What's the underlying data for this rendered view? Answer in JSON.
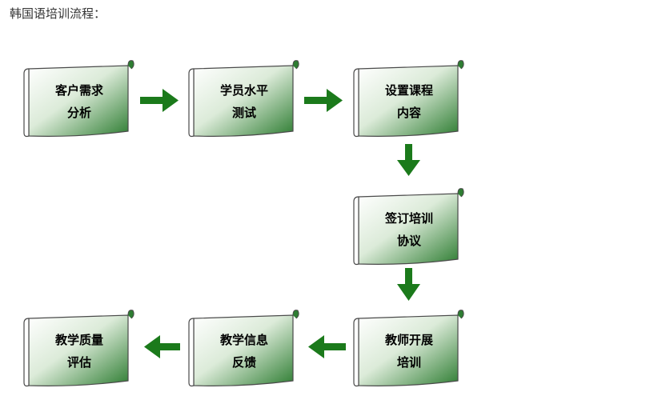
{
  "title": "韩国语培训流程：",
  "colors": {
    "scroll_dark": "#2e7d32",
    "scroll_light": "#ffffff",
    "arrow": "#1b7a1b",
    "border": "#4a4a4a"
  },
  "steps": [
    {
      "id": "s1",
      "line1": "客户需求",
      "line2": "分析"
    },
    {
      "id": "s2",
      "line1": "学员水平",
      "line2": "测试"
    },
    {
      "id": "s3",
      "line1": "设置课程",
      "line2": "内容"
    },
    {
      "id": "s4",
      "line1": "签订培训",
      "line2": "协议"
    },
    {
      "id": "s5",
      "line1": "教师开展",
      "line2": "培训"
    },
    {
      "id": "s6",
      "line1": "教学信息",
      "line2": "反馈"
    },
    {
      "id": "s7",
      "line1": "教学质量",
      "line2": "评估"
    }
  ],
  "flow": [
    [
      "s1",
      "s2"
    ],
    [
      "s2",
      "s3"
    ],
    [
      "s3",
      "s4"
    ],
    [
      "s4",
      "s5"
    ],
    [
      "s5",
      "s6"
    ],
    [
      "s6",
      "s7"
    ]
  ]
}
